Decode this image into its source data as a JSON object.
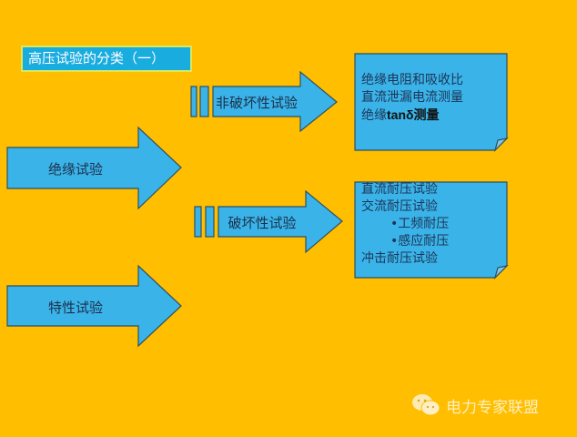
{
  "title": "高压试验的分类（一）",
  "arrows": {
    "insulation": "绝缘试验",
    "characteristic": "特性试验",
    "non_destructive": "非破坏性试验",
    "destructive": "破坏性试验"
  },
  "non_destructive_items": [
    "绝缘电阻和吸收比",
    "直流泄漏电流测量"
  ],
  "tan_item": {
    "prefix": "绝缘",
    "bold": "tanδ",
    "suffix": "测量"
  },
  "destructive_items": [
    "直流耐压试验",
    "交流耐压试验",
    "•工频耐压",
    "•感应耐压",
    "冲击耐压试验"
  ],
  "watermark": "电力专家联盟",
  "colors": {
    "background": "#FFBE00",
    "arrow": "#3AB4E8",
    "title_bg": "#19ACDF"
  }
}
